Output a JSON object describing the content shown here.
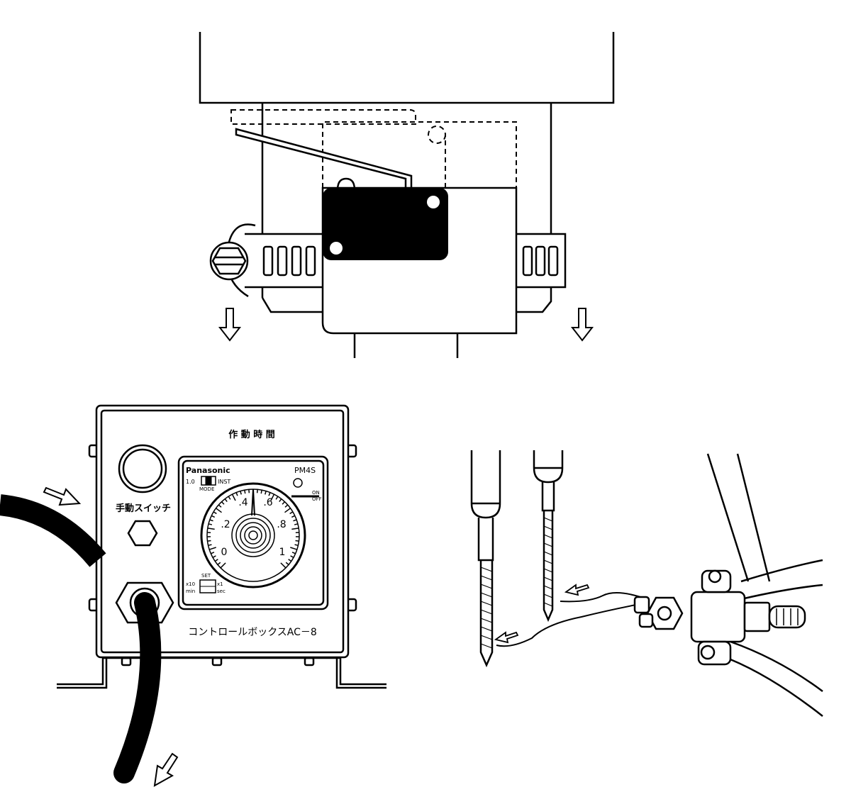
{
  "colors": {
    "ink": "#000000",
    "paper": "#ffffff"
  },
  "control_box": {
    "operation_time_label": "作 動 時 間",
    "manual_switch_label": "手動スイッチ",
    "model_label": "コントロールボックスAC－8"
  },
  "timer": {
    "brand": "Panasonic",
    "model": "PM4S",
    "mode_left": "1.0",
    "mode_right": "INST",
    "mode_label": "MODE",
    "on_label": "ON",
    "off_label": "OFF",
    "set_label": "SET",
    "range_x10": "x10",
    "range_x1": "x1",
    "unit_min": "min",
    "unit_sec": "sec",
    "dial_labels": [
      "0",
      ".2",
      ".4",
      ".6",
      ".8",
      "1"
    ]
  },
  "icons": [
    "flow-arrow-icon",
    "hex-nut-icon"
  ]
}
